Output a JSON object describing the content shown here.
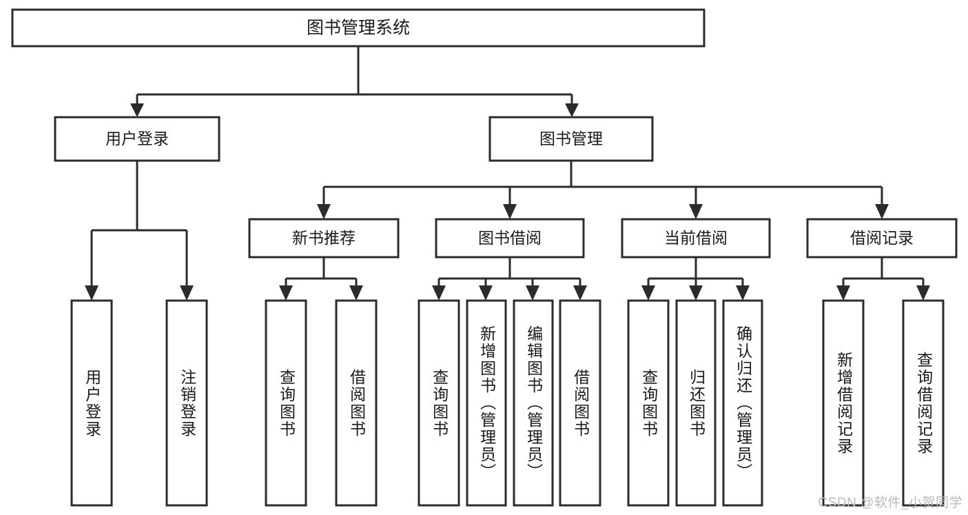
{
  "diagram": {
    "title": "图书管理系统",
    "watermark": "CSDN @软件_小贺同学",
    "colors": {
      "box_stroke": "#2b2b2b",
      "box_fill": "#ffffff",
      "text": "#1a1a1a",
      "watermark": "#b9b9b9",
      "background": "#ffffff"
    },
    "root": {
      "label": "图书管理系统"
    },
    "level1": [
      {
        "label": "用户登录"
      },
      {
        "label": "图书管理"
      }
    ],
    "level2": [
      {
        "label": "新书推荐"
      },
      {
        "label": "图书借阅"
      },
      {
        "label": "当前借阅"
      },
      {
        "label": "借阅记录"
      }
    ],
    "leaves": {
      "user_login": [
        {
          "label": "用户登录"
        },
        {
          "label": "注销登录"
        }
      ],
      "new_book_recommend": [
        {
          "label": "查询图书"
        },
        {
          "label": "借阅图书"
        }
      ],
      "book_borrow": [
        {
          "label": "查询图书"
        },
        {
          "label": "新增图书（管理员）"
        },
        {
          "label": "编辑图书（管理员）"
        },
        {
          "label": "借阅图书"
        }
      ],
      "current_borrow": [
        {
          "label": "查询图书"
        },
        {
          "label": "归还图书"
        },
        {
          "label": "确认归还（管理员）"
        }
      ],
      "borrow_records": [
        {
          "label": "新增借阅记录"
        },
        {
          "label": "查询借阅记录"
        }
      ]
    }
  }
}
